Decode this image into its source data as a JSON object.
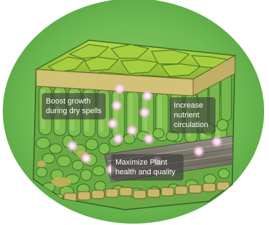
{
  "callouts": [
    {
      "id": "boost",
      "lines": [
        "Boost growth",
        "during dry spells"
      ]
    },
    {
      "id": "nutrient",
      "lines": [
        "Increase",
        "nutrient",
        "circulation"
      ]
    },
    {
      "id": "maximize",
      "lines": [
        "Maximize Plant",
        "health and quality"
      ]
    }
  ],
  "colors": {
    "background_circle": "#6fba52",
    "epidermis_top": "#9bc736",
    "cell_green": "#7fbf4e",
    "cell_dark": "#4f8f32",
    "tissue_tan": "#c9b86a",
    "vein_gray": "#7d7a6f",
    "glow_pink": "#ffd9f1",
    "label_bg": "#3b3b3b"
  }
}
